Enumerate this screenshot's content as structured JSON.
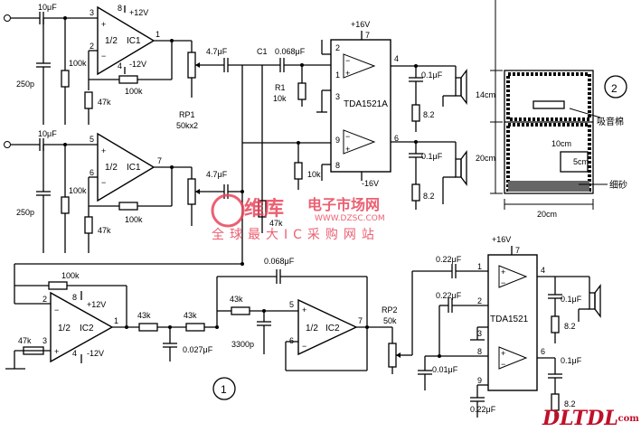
{
  "ic1a": {
    "label": "1/2",
    "name": "IC1",
    "p3": "3",
    "p2": "2",
    "p1": "1",
    "p8": "8",
    "p4": "4",
    "vpos": "+12V",
    "vneg": "-12V"
  },
  "ic1b": {
    "label": "1/2",
    "name": "IC1",
    "p5": "5",
    "p6": "6",
    "p7": "7"
  },
  "ic2a": {
    "label": "1/2",
    "name": "IC2",
    "p2": "2",
    "p3": "3",
    "p1": "1",
    "p8": "8",
    "p4": "4",
    "vpos": "+12V",
    "vneg": "-12V"
  },
  "ic2b": {
    "label": "1/2",
    "name": "IC2",
    "p5": "5",
    "p6": "6",
    "p7": "7"
  },
  "amp_top": {
    "name": "TDA1521A",
    "vpos": "+16V",
    "vneg": "-16V",
    "p2": "2",
    "p1": "1",
    "p3": "3",
    "p9": "9",
    "p8": "8",
    "p4": "4",
    "p6": "6",
    "p7": "7"
  },
  "amp_bot": {
    "name": "TDA1521",
    "vpos": "+16V",
    "p1": "1",
    "p2": "2",
    "p3": "3",
    "p8": "8",
    "p9": "9",
    "p4": "4",
    "p6": "6",
    "p7": "7"
  },
  "parts": {
    "c_in1": "10μF",
    "c_in2": "10μF",
    "r100k_a": "100k",
    "r100k_b": "100k",
    "c250p_a": "250p",
    "c250p_b": "250p",
    "rf100k_a": "100k",
    "rf100k_b": "100k",
    "r47k_a": "47k",
    "r47k_b": "47k",
    "c47_a": "4.7μF",
    "c47_b": "4.7μF",
    "rp1": "RP1",
    "rp1_val": "50kx2",
    "c1": "C1",
    "c1_val": "0.068μF",
    "r1": "R1",
    "r1_val": "10k",
    "r10k_b": "10k",
    "c01_a": "0.1μF",
    "c01_b": "0.1μF",
    "r82_a": "8.2",
    "r82_b": "8.2",
    "r47k_mix": "47k",
    "r100k_ic2": "100k",
    "r47k_ic2": "47k",
    "r43k_1": "43k",
    "r43k_2": "43k",
    "r43k_3": "43k",
    "c0027": "0.027μF",
    "c0068": "0.068μF",
    "c3300": "3300p",
    "rp2": "RP2",
    "rp2_val": "50k",
    "c022_1": "0.22μF",
    "c022_2": "0.22μF",
    "c022_3": "0.22μF",
    "c001": "0.01μF",
    "c01_c": "0.1μF",
    "c01_d": "0.1μF",
    "r82_c": "8.2",
    "r82_d": "8.2"
  },
  "figure_nums": {
    "fig1": "1",
    "fig2": "2"
  },
  "cabinet": {
    "h_top": "14cm",
    "h_bot": "20cm",
    "width": "20cm",
    "port": "10cm",
    "port_h": "5cm",
    "label_absorb": "吸音棉",
    "label_sand": "细砂"
  },
  "watermark": {
    "brand": "维库",
    "site_cn": "电子市场网",
    "url": "WWW.DZSC.COM",
    "slogan": "全球最大IC采购网站",
    "sig": "DLTDL",
    "sig_dom": ".com"
  }
}
